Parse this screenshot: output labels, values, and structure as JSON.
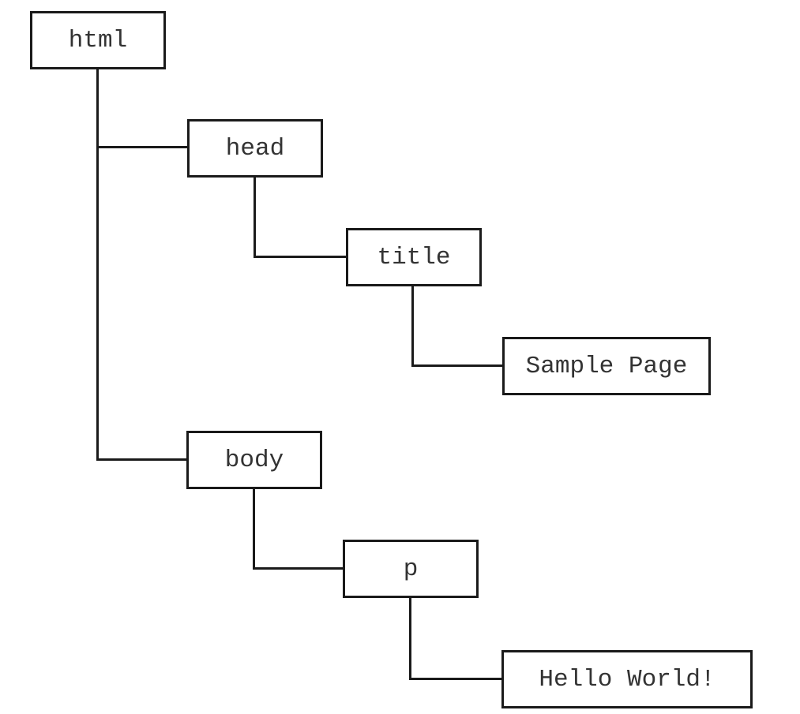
{
  "tree": {
    "root": "html",
    "nodes": {
      "html": "html",
      "head": "head",
      "title": "title",
      "title_text": "Sample Page",
      "body": "body",
      "p": "p",
      "p_text": "Hello World!"
    }
  },
  "colors": {
    "stroke": "#1a1a1a",
    "text": "#333333",
    "background": "#ffffff"
  }
}
